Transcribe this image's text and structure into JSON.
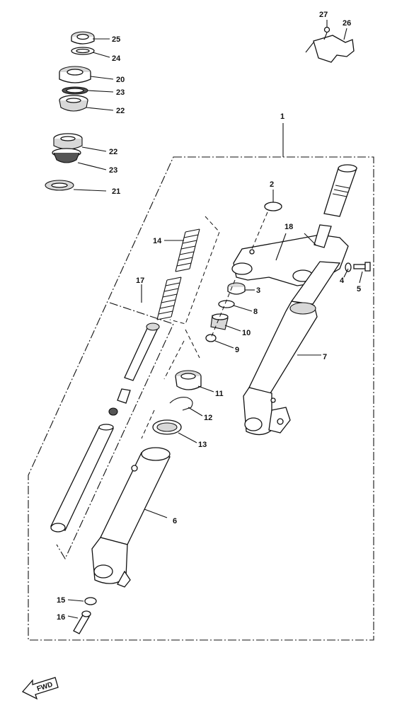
{
  "callouts": [
    {
      "id": "c1",
      "text": "1"
    },
    {
      "id": "c2",
      "text": "2"
    },
    {
      "id": "c3",
      "text": "3"
    },
    {
      "id": "c4",
      "text": "4"
    },
    {
      "id": "c5",
      "text": "5"
    },
    {
      "id": "c6",
      "text": "6"
    },
    {
      "id": "c7",
      "text": "7"
    },
    {
      "id": "c8",
      "text": "8"
    },
    {
      "id": "c9",
      "text": "9"
    },
    {
      "id": "c10",
      "text": "10"
    },
    {
      "id": "c11",
      "text": "11"
    },
    {
      "id": "c12",
      "text": "12"
    },
    {
      "id": "c13",
      "text": "13"
    },
    {
      "id": "c14",
      "text": "14"
    },
    {
      "id": "c15",
      "text": "15"
    },
    {
      "id": "c16",
      "text": "16"
    },
    {
      "id": "c17",
      "text": "17"
    },
    {
      "id": "c18",
      "text": "18"
    },
    {
      "id": "c20",
      "text": "20"
    },
    {
      "id": "c21",
      "text": "21"
    },
    {
      "id": "c22a",
      "text": "22"
    },
    {
      "id": "c22b",
      "text": "22"
    },
    {
      "id": "c23a",
      "text": "23"
    },
    {
      "id": "c23b",
      "text": "23"
    },
    {
      "id": "c24",
      "text": "24"
    },
    {
      "id": "c25",
      "text": "25"
    },
    {
      "id": "c26",
      "text": "26"
    },
    {
      "id": "c27",
      "text": "27"
    }
  ],
  "direction_marker": {
    "text": "FWD",
    "icon": "forward-arrow-icon"
  }
}
